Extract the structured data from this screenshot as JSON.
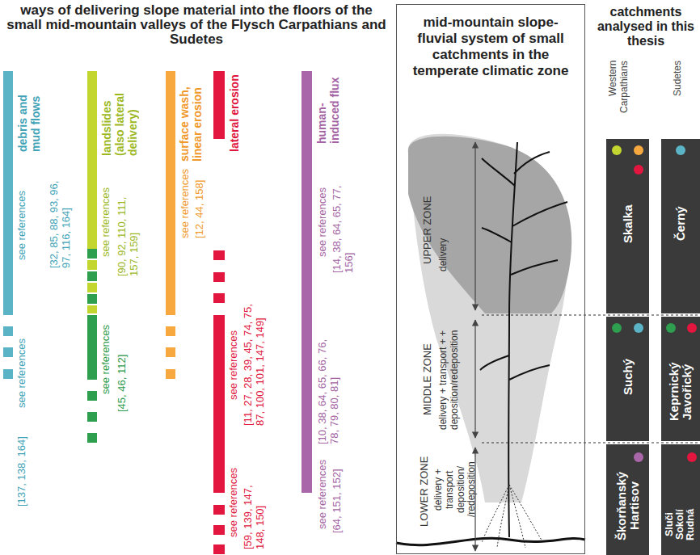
{
  "diagram": {
    "title": "ways of delivering slope material into the floors of the small mid-mountain valleys of the Flysch Carpathians and Sudetes",
    "nodes": [
      {
        "text": [
          "mid-mountain slope-fluvial system of small catchments in the temperate climatic zone"
        ]
      },
      {
        "text": [
          "Skalka"
        ]
      },
      {
        "text": [
          "Černý"
        ]
      },
      {
        "text": [
          "Suchý"
        ]
      },
      {
        "text": [
          "Keprnický Javořický"
        ]
      },
      {
        "text": [
          "Škorňanský Hartisov"
        ]
      },
      {
        "text": [
          "Sluči Sokolí Rudná"
        ]
      }
    ],
    "labels": [
      "see references",
      "[32, 85, 88, 93, 96, 97, 116, 164]",
      "see references",
      "[137, 138, 164]",
      "see references",
      "[90, 92, 110, 111, 157, 159]",
      "see references",
      "[45, 46, 112]",
      "see references",
      "[12, 44, 158]",
      "see references",
      "[11, 27, 28, 39, 45, 74, 75, 87, 100, 101, 147, 149]",
      "see references",
      "[59, 139, 147, 148, 150]",
      "see references",
      "[14, 38, 64, 65, 77, 156]",
      "[10, 38, 64, 65, 66, 76, 78, 79, 80, 81]",
      "see references",
      "[64, 151, 152]",
      "UPPER ZONE",
      "delivery",
      "MIDDLE ZONE",
      "delivery + transport + + deposition/redeposition",
      "LOWER ZONE",
      "delivery + transport deposition/ /redeposition",
      "catchments analysed in this thesis",
      "Western Carpathians",
      "Sudetes"
    ],
    "legend": [
      {
        "text": "debris and mud flows",
        "color": "#5bb4c6"
      },
      {
        "text": "landslides (also lateral delivery)",
        "color": "#c3d62f"
      },
      {
        "text": "surface wash, linear erosion",
        "color": "#f7a940"
      },
      {
        "text": "lateral erosion",
        "color": "#e2163f"
      },
      {
        "text": "human-induced flux",
        "color": "#a966a8"
      }
    ]
  }
}
